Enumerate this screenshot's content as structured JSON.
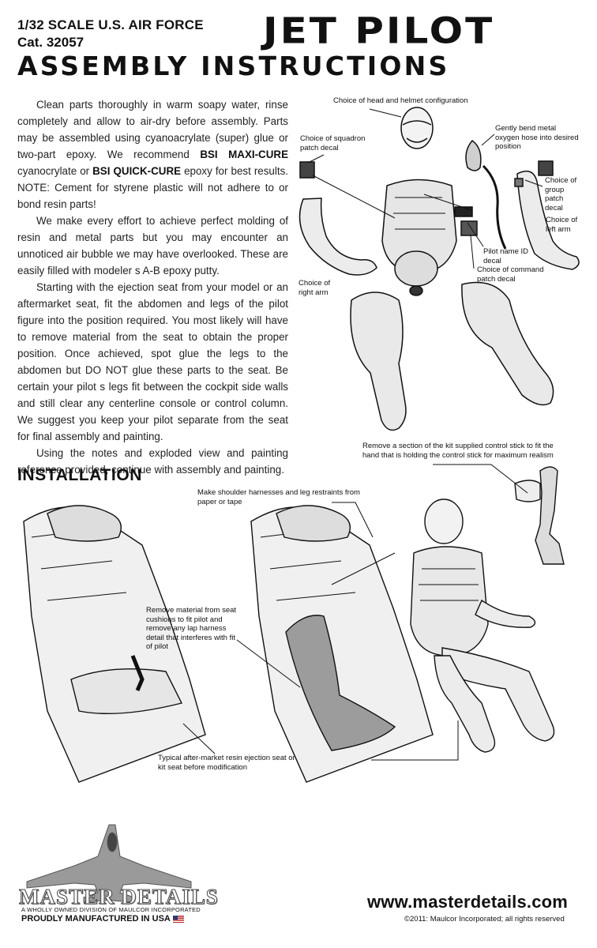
{
  "header": {
    "scale_line": "1/32 SCALE U.S. AIR FORCE",
    "catalog": "Cat. 32057",
    "title": "JET PILOT",
    "subtitle": "ASSEMBLY INSTRUCTIONS"
  },
  "intro": {
    "p1_a": "Clean parts thoroughly in warm soapy water, rinse completely and allow to air-dry before assembly. Parts may be assembled using cyanoacrylate (super) glue or two-part epoxy. We recommend ",
    "p1_b1": "BSI MAXI-CURE",
    "p1_c": " cyanocrylate or ",
    "p1_b2": "BSI QUICK-CURE",
    "p1_d": " epoxy for best results. NOTE: Cement for styrene plastic will not adhere to or bond resin parts!",
    "p2": "We make every effort to achieve perfect molding of resin and metal parts but you may encounter an unnoticed air bubble we may have overlooked. These are easily filled with modeler s A-B epoxy putty.",
    "p3": "Starting with the ejection seat from your model or an aftermarket seat, fit the abdomen and legs of the pilot figure into the position required. You most likely will have to remove material from the seat to obtain the proper position. Once achieved, spot glue the legs to the abdomen but DO NOT glue these parts to the seat. Be certain your pilot s legs fit between the cockpit side walls and still clear any centerline console or control column. We suggest you keep your pilot separate from the seat for final assembly and painting.",
    "p4": "Using the notes and exploded view and painting reference provided, continue with assembly and painting."
  },
  "callouts": {
    "head": "Choice of head and helmet configuration",
    "squadron": "Choice of squadron patch decal",
    "hose": "Gently bend metal oxygen hose into desired position",
    "group": "Choice of group patch decal",
    "left_arm": "Choice of left arm",
    "pilot_name": "Pilot name ID decal",
    "command": "Choice of command patch decal",
    "right_arm": "Choice of right arm",
    "stick": "Remove a section of the kit supplied control stick to fit the hand that is holding the control stick for maximum realism",
    "harness": "Make shoulder harnesses and leg restraints from paper or tape",
    "cushions": "Remove material from seat cushions to fit pilot and remove any lap harness detail that interferes with fit of pilot",
    "seat": "Typical after-market resin ejection seat or kit seat before modification"
  },
  "installation": {
    "heading": "INSTALLATION"
  },
  "footer": {
    "brand": "MASTER DETAILS",
    "division": "A WHOLLY OWNED DIVISION OF MAULCOR INCORPORATED",
    "made": "PROUDLY MANUFACTURED IN USA",
    "url": "www.masterdetails.com",
    "copyright": "©2011: Maulcor Incorporated; all rights reserved"
  }
}
